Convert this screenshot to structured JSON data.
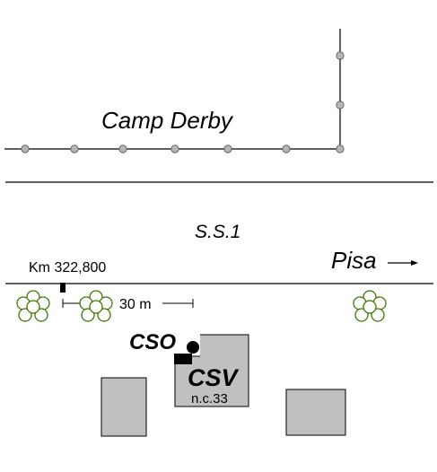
{
  "labels": {
    "camp": "Camp Derby",
    "road": "S.S.1",
    "city": "Pisa",
    "km": "Km 322,800",
    "scale": "30 m",
    "cso": "CSO",
    "csv": "CSV",
    "civic": "n.c.33"
  },
  "colors": {
    "building_fill": "#c0c0c0",
    "tree_fill": "#ffffff",
    "tree_stroke": "#3c7a00",
    "fence_post": "#b5b5b5",
    "line": "#000000"
  },
  "icons": {
    "fence": "fence-post-icon",
    "tree": "tree-icon",
    "direction": "arrow-right-icon",
    "station_marker": "station-dot-icon"
  }
}
